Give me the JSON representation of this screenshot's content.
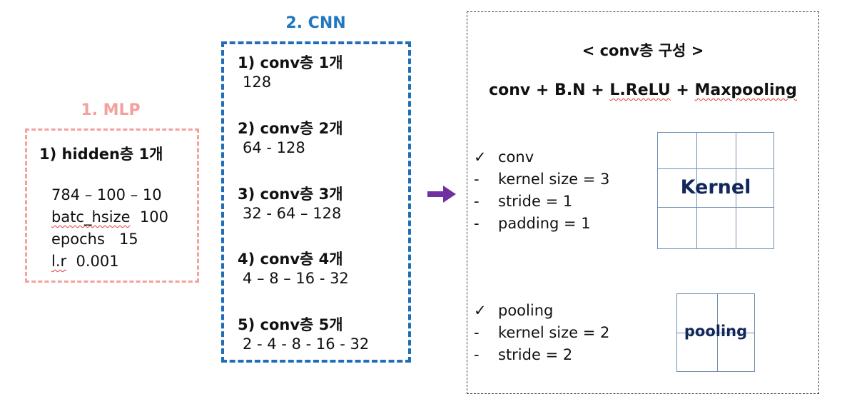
{
  "mlp": {
    "title": "1. MLP",
    "heading": "1) hidden층 1개",
    "layers": "784 – 100 – 10",
    "batch_key": "batc_hsize",
    "batch_value": "100",
    "epochs_key": "epochs",
    "epochs_value": "15",
    "lr_key": "l.r",
    "lr_value": "0.001"
  },
  "cnn": {
    "title": "2. CNN",
    "items": [
      {
        "heading": "1) conv층 1개",
        "value": "128"
      },
      {
        "heading": "2) conv층 2개",
        "value": "64 - 128"
      },
      {
        "heading": "3) conv층 3개",
        "value": "32 - 64 – 128"
      },
      {
        "heading": "4) conv층 4개",
        "value": "4 – 8 – 16 - 32"
      },
      {
        "heading": "5) conv층 5개",
        "value": "2 - 4 - 8 - 16 - 32"
      }
    ]
  },
  "conv_config": {
    "title": "< conv층 구성 >",
    "formula_conv": "conv",
    "formula_plus1": "+",
    "formula_bn": "B.N",
    "formula_plus2": "+",
    "formula_lrelu": "L.ReLU",
    "formula_plus3": "+",
    "formula_maxpool": "Maxpooling",
    "conv_list": [
      {
        "bullet": "✓",
        "text": "conv"
      },
      {
        "bullet": "-",
        "text": "kernel size = 3"
      },
      {
        "bullet": "-",
        "text": "stride = 1"
      },
      {
        "bullet": "-",
        "text": "padding = 1"
      }
    ],
    "pool_list": [
      {
        "bullet": "✓",
        "text": "pooling"
      },
      {
        "bullet": "-",
        "text": "kernel size = 2"
      },
      {
        "bullet": "-",
        "text": "stride = 2"
      }
    ],
    "kernel_label": "Kernel",
    "pooling_label": "pooling"
  },
  "colors": {
    "mlp": "#f4a09d",
    "cnn": "#1f6eb8",
    "arrow": "#7030a0",
    "grid_line": "#6f8fb3",
    "grid_text": "#12275a"
  }
}
